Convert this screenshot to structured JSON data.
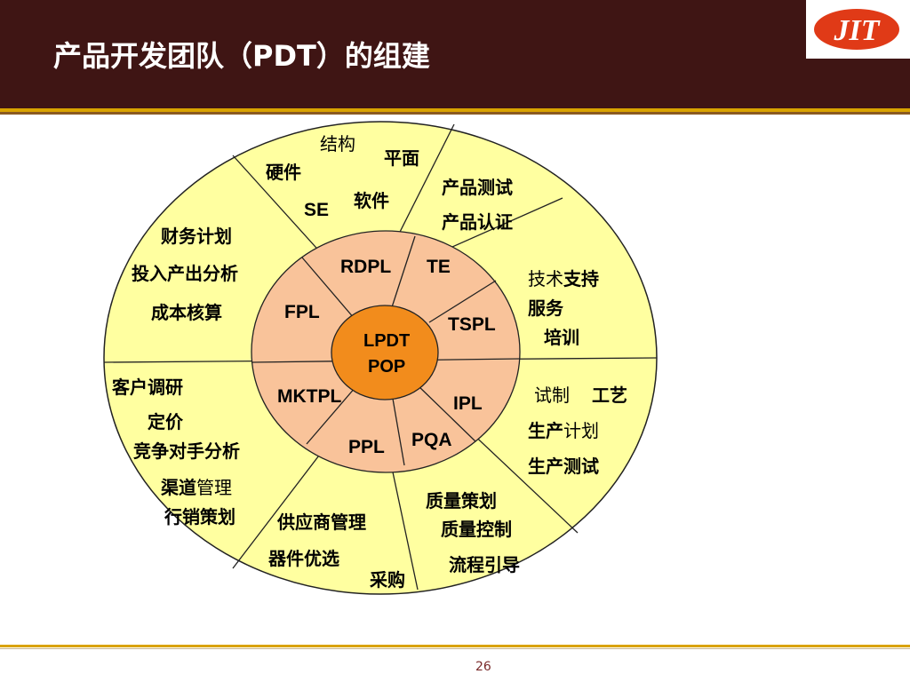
{
  "title": "产品开发团队（PDT）的组建",
  "page_number": "26",
  "logo_text": "JIT",
  "colors": {
    "header": "#3f1514",
    "outer_ring": "#ffffa0",
    "middle_ring": "#f9c39a",
    "center": "#f28c1c",
    "gold_stripe": "#d9a300"
  },
  "center": {
    "line1": "LPDT",
    "line2": "POP"
  },
  "inner_roles": {
    "rdpl": "RDPL",
    "te": "TE",
    "tspl": "TSPL",
    "ipl": "IPL",
    "pqa": "PQA",
    "ppl": "PPL",
    "mktpl": "MKTPL",
    "fpl": "FPL"
  },
  "outer": {
    "rd": {
      "structure": "结构",
      "graphic": "平面",
      "hardware": "硬件",
      "software": "软件",
      "se": "SE"
    },
    "te": {
      "product_test": "产品测试",
      "product_cert": "产品认证"
    },
    "tspl": {
      "tech_a": "技术",
      "tech_b": "支持",
      "service": "服务",
      "training": "培训"
    },
    "ipl": {
      "trial": "试制",
      "process": "工艺",
      "prod_plan_a": "生产",
      "prod_plan_b": "计划",
      "prod_test": "生产测试"
    },
    "pqa": {
      "quality_plan": "质量策划",
      "quality_control": "质量控制",
      "process_guide": "流程引导"
    },
    "ppl": {
      "supplier": "供应商管理",
      "components": "器件优选",
      "purchase": "采购"
    },
    "mktpl": {
      "research": "客户调研",
      "pricing": "定价",
      "competitor": "竞争对手分析",
      "channel_a": "渠道",
      "channel_b": "管理",
      "marketing": "行销策划"
    },
    "fpl": {
      "financial_plan": "财务计划",
      "io_analysis": "投入产出分析",
      "cost": "成本核算"
    }
  }
}
